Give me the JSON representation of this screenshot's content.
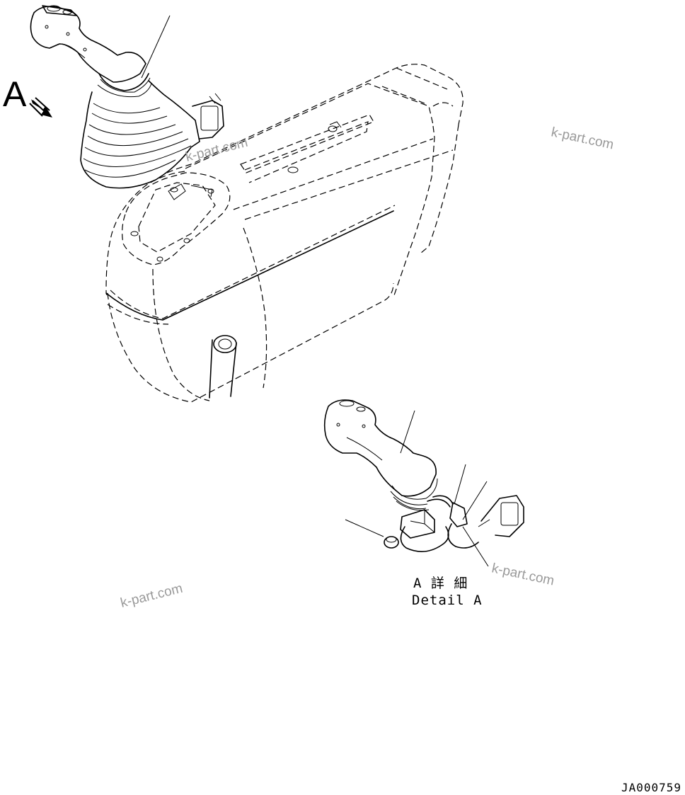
{
  "view_arrow": {
    "letter": "A"
  },
  "detail": {
    "line1": "A 詳 細",
    "line2": "Detail A"
  },
  "watermarks": [
    "k-part.com",
    "k-part.com",
    "k-part.com",
    "k-part.com"
  ],
  "drawing_code": "JA000759"
}
